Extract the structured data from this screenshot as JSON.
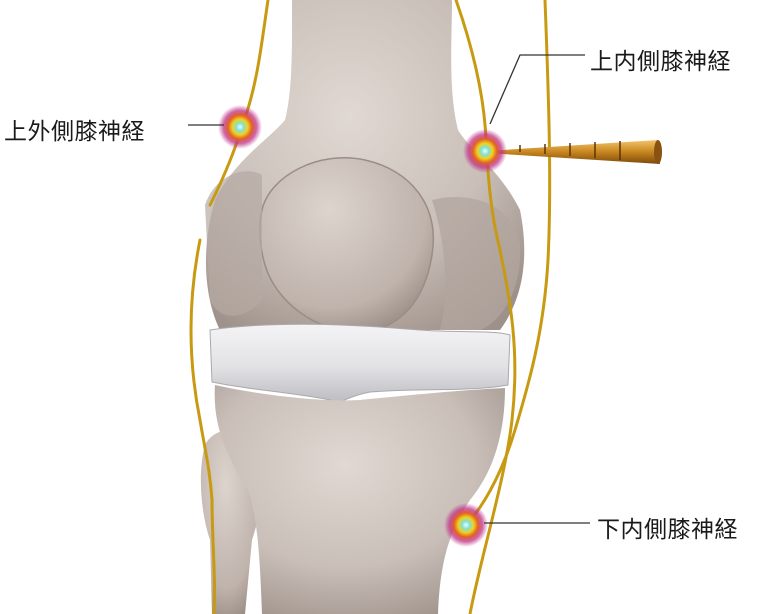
{
  "labels": {
    "superolateral": "上外側膝神経",
    "superomedial": "上内側膝神経",
    "inferomedial": "下内側膝神経"
  },
  "colors": {
    "bone": "#c9bfb8",
    "bone_shadow": "#9e918a",
    "cartilage": "#e6e6e8",
    "nerve": "#c89a12",
    "needle": "#c7861f",
    "glow_core": "#7fe0d6",
    "glow_mid": "#f2c21b",
    "glow_outer": "#c0308a"
  },
  "icons": {
    "target_point": "glow-target-icon",
    "needle": "rf-needle-icon"
  }
}
